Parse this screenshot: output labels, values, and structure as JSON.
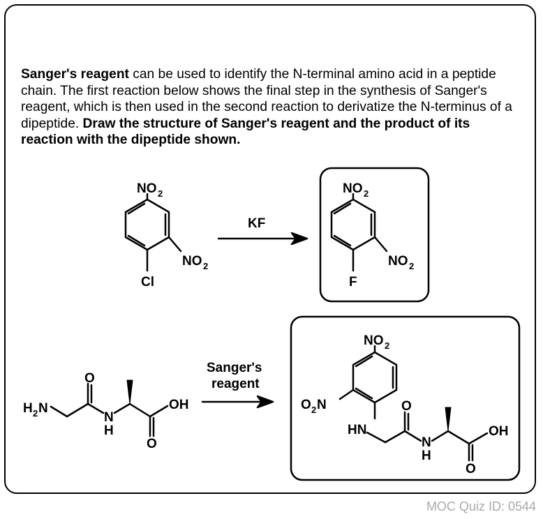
{
  "question": {
    "part1_bold": "Sanger's reagent",
    "part2": " can be used to identify the N-terminal amino acid in a peptide chain. The first reaction below shows the final step in the synthesis of Sanger's reagent, which is then used in the second reaction to derivatize the N-terminus of a dipeptide. ",
    "part3_bold": "Draw the structure of Sanger's reagent and the product of its reaction with the dipeptide shown."
  },
  "reaction1": {
    "reagent": "KF",
    "sm_labels": {
      "no2": "NO",
      "sub2": "2",
      "cl": "Cl"
    },
    "product_labels": {
      "no2": "NO",
      "sub2": "2",
      "f": "F"
    }
  },
  "reaction2": {
    "reagent_line1": "Sanger's",
    "reagent_line2": "reagent",
    "dipeptide_labels": {
      "h2": "H",
      "sub2": "2",
      "n": "N",
      "o": "O",
      "nh_n": "N",
      "nh_h": "H",
      "oh": "OH"
    },
    "product_labels": {
      "no2": "NO",
      "sub2": "2",
      "o2n_o": "O",
      "o2n_n": "N",
      "hn": "HN",
      "o": "O",
      "nh_n": "N",
      "nh_h": "H",
      "oh": "OH"
    }
  },
  "footer": {
    "quiz_id": "MOC Quiz ID: 0544"
  }
}
